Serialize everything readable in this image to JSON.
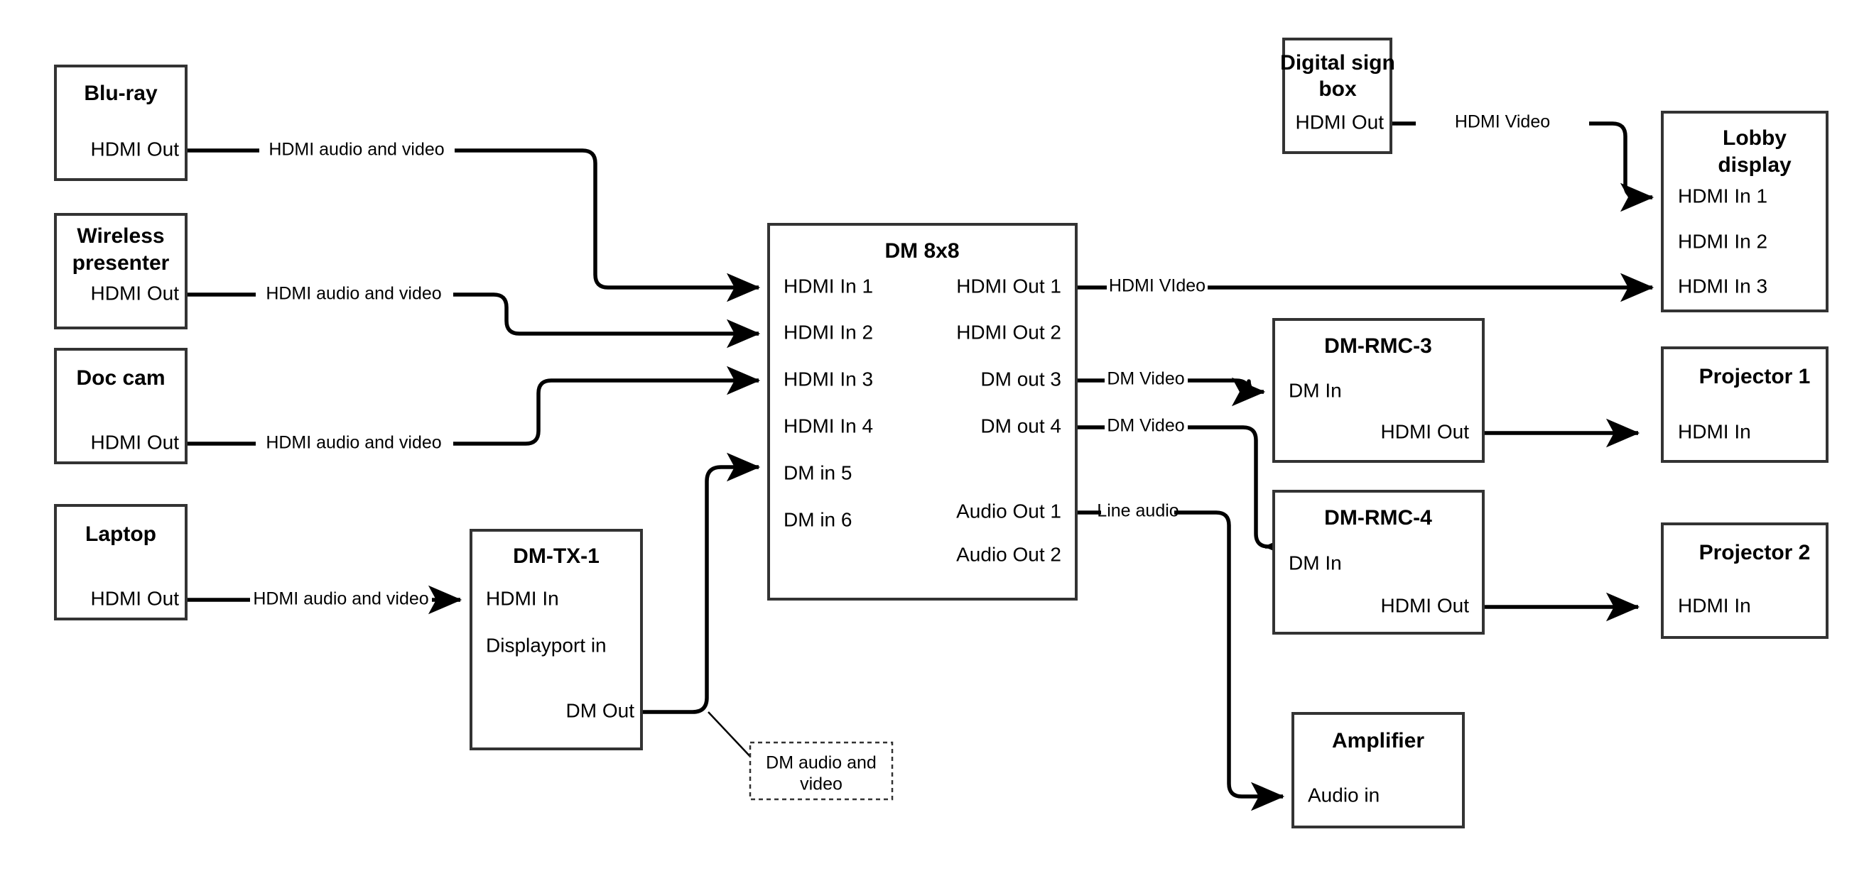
{
  "diagram": {
    "title": "AV signal flow diagram",
    "background_color": "#ffffff",
    "line_color": "#000000",
    "box_stroke_color": "#333333"
  },
  "nodes": [
    {
      "id": "blu-ray",
      "title": "Blu-ray",
      "ports_right": [
        "HDMI Out"
      ],
      "ports_left": []
    },
    {
      "id": "wireless-presenter",
      "title": "Wireless\npresenter",
      "title_line1": "Wireless",
      "title_line2": "presenter",
      "ports_right": [
        "HDMI Out"
      ],
      "ports_left": []
    },
    {
      "id": "doc-cam",
      "title": "Doc cam",
      "ports_right": [
        "HDMI Out"
      ],
      "ports_left": []
    },
    {
      "id": "laptop",
      "title": "Laptop",
      "ports_right": [
        "HDMI Out"
      ],
      "ports_left": []
    },
    {
      "id": "dm-tx-1",
      "title": "DM-TX-1",
      "ports_left": [
        "HDMI In",
        "Displayport in"
      ],
      "ports_right": [
        "DM Out"
      ]
    },
    {
      "id": "dm-8x8",
      "title": "DM 8x8",
      "ports_left": [
        "HDMI In 1",
        "HDMI In 2",
        "HDMI In 3",
        "HDMI In 4",
        "DM in 5",
        "DM in 6"
      ],
      "ports_right": [
        "HDMI Out 1",
        "HDMI Out 2",
        "DM out 3",
        "DM out 4",
        "Audio Out 1",
        "Audio Out 2"
      ]
    },
    {
      "id": "digital-sign-box",
      "title": "Digital sign\nbox",
      "title_line1": "Digital sign",
      "title_line2": "box",
      "ports_right": [
        "HDMI Out"
      ],
      "ports_left": []
    },
    {
      "id": "lobby-display",
      "title": "Lobby\ndisplay",
      "title_line1": "Lobby",
      "title_line2": "display",
      "ports_left": [
        "HDMI In 1",
        "HDMI In 2",
        "HDMI In 3"
      ],
      "ports_right": []
    },
    {
      "id": "dm-rmc-3",
      "title": "DM-RMC-3",
      "ports_left": [
        "DM In"
      ],
      "ports_right": [
        "HDMI Out"
      ]
    },
    {
      "id": "dm-rmc-4",
      "title": "DM-RMC-4",
      "ports_left": [
        "DM In"
      ],
      "ports_right": [
        "HDMI Out"
      ]
    },
    {
      "id": "projector-1",
      "title": "Projector 1",
      "ports_left": [
        "HDMI In"
      ],
      "ports_right": []
    },
    {
      "id": "projector-2",
      "title": "Projector 2",
      "ports_left": [
        "HDMI In"
      ],
      "ports_right": []
    },
    {
      "id": "amplifier",
      "title": "Amplifier",
      "ports_left": [
        "Audio in"
      ],
      "ports_right": []
    }
  ],
  "node_titles": {
    "blu_ray": "Blu-ray",
    "wireless_presenter_line1": "Wireless",
    "wireless_presenter_line2": "presenter",
    "doc_cam": "Doc cam",
    "laptop": "Laptop",
    "dm_tx_1": "DM-TX-1",
    "dm_8x8": "DM 8x8",
    "digital_sign_box_line1": "Digital sign",
    "digital_sign_box_line2": "box",
    "lobby_display_line1": "Lobby",
    "lobby_display_line2": "display",
    "dm_rmc_3": "DM-RMC-3",
    "dm_rmc_4": "DM-RMC-4",
    "projector_1": "Projector 1",
    "projector_2": "Projector 2",
    "amplifier": "Amplifier"
  },
  "ports": {
    "blu_ray_hdmi_out": "HDMI Out",
    "wireless_hdmi_out": "HDMI Out",
    "doccam_hdmi_out": "HDMI Out",
    "laptop_hdmi_out": "HDMI Out",
    "dmtx_hdmi_in": "HDMI In",
    "dmtx_displayport_in": "Displayport in",
    "dmtx_dm_out": "DM Out",
    "dm88_hdmi_in_1": "HDMI In 1",
    "dm88_hdmi_in_2": "HDMI In 2",
    "dm88_hdmi_in_3": "HDMI In 3",
    "dm88_hdmi_in_4": "HDMI In 4",
    "dm88_dm_in_5": "DM in 5",
    "dm88_dm_in_6": "DM in 6",
    "dm88_hdmi_out_1": "HDMI Out 1",
    "dm88_hdmi_out_2": "HDMI Out 2",
    "dm88_dm_out_3": "DM out 3",
    "dm88_dm_out_4": "DM out 4",
    "dm88_audio_out_1": "Audio Out 1",
    "dm88_audio_out_2": "Audio Out 2",
    "sign_hdmi_out": "HDMI Out",
    "lobby_hdmi_in_1": "HDMI In 1",
    "lobby_hdmi_in_2": "HDMI In 2",
    "lobby_hdmi_in_3": "HDMI In 3",
    "rmc3_dm_in": "DM In",
    "rmc3_hdmi_out": "HDMI Out",
    "rmc4_dm_in": "DM In",
    "rmc4_hdmi_out": "HDMI Out",
    "proj1_hdmi_in": "HDMI In",
    "proj2_hdmi_in": "HDMI In",
    "amp_audio_in": "Audio in"
  },
  "connections": [
    {
      "id": "bluray-to-dm88-in1",
      "label": "HDMI audio and video",
      "from": "blu-ray HDMI Out",
      "to": "dm-8x8 HDMI In 1"
    },
    {
      "id": "wireless-to-dm88-in2",
      "label": "HDMI audio and video",
      "from": "wireless-presenter HDMI Out",
      "to": "dm-8x8 HDMI In 2"
    },
    {
      "id": "doccam-to-dm88-in3",
      "label": "HDMI audio and video",
      "from": "doc-cam HDMI Out",
      "to": "dm-8x8 HDMI In 3"
    },
    {
      "id": "laptop-to-dmtx",
      "label": "HDMI audio and video",
      "from": "laptop HDMI Out",
      "to": "dm-tx-1 HDMI In"
    },
    {
      "id": "dmtx-to-dm88-in5",
      "label": "DM audio and video",
      "from": "dm-tx-1 DM Out",
      "to": "dm-8x8 DM in 5"
    },
    {
      "id": "dm88-out1-to-lobby-in3",
      "label": "HDMI VIdeo",
      "from": "dm-8x8 HDMI Out 1",
      "to": "lobby-display HDMI In 3"
    },
    {
      "id": "dm88-out3-to-rmc3",
      "label": "DM Video",
      "from": "dm-8x8 DM out 3",
      "to": "dm-rmc-3 DM In"
    },
    {
      "id": "dm88-out4-to-rmc4",
      "label": "DM Video",
      "from": "dm-8x8 DM out 4",
      "to": "dm-rmc-4 DM In"
    },
    {
      "id": "dm88-audio1-to-amp",
      "label": "Line audio",
      "from": "dm-8x8 Audio Out 1",
      "to": "amplifier Audio in"
    },
    {
      "id": "sign-to-lobby-in1",
      "label": "HDMI Video",
      "from": "digital-sign-box HDMI Out",
      "to": "lobby-display HDMI In 1"
    },
    {
      "id": "rmc3-to-projector1",
      "label": "",
      "from": "dm-rmc-3 HDMI Out",
      "to": "projector-1 HDMI In"
    },
    {
      "id": "rmc4-to-projector2",
      "label": "",
      "from": "dm-rmc-4 HDMI Out",
      "to": "projector-2 HDMI In"
    }
  ],
  "wire_labels": {
    "bluray": "HDMI audio and video",
    "wireless": "HDMI audio and video",
    "doccam": "HDMI audio and video",
    "laptop": "HDMI audio and video",
    "hdmi_video_out1": "HDMI VIdeo",
    "dm_video_out3": "DM Video",
    "dm_video_out4": "DM Video",
    "line_audio": "Line audio",
    "sign_hdmi_video": "HDMI Video"
  },
  "callouts": [
    {
      "id": "dm-audio-video-callout",
      "line1": "DM audio and",
      "line2": "video",
      "style": "dashed"
    }
  ]
}
